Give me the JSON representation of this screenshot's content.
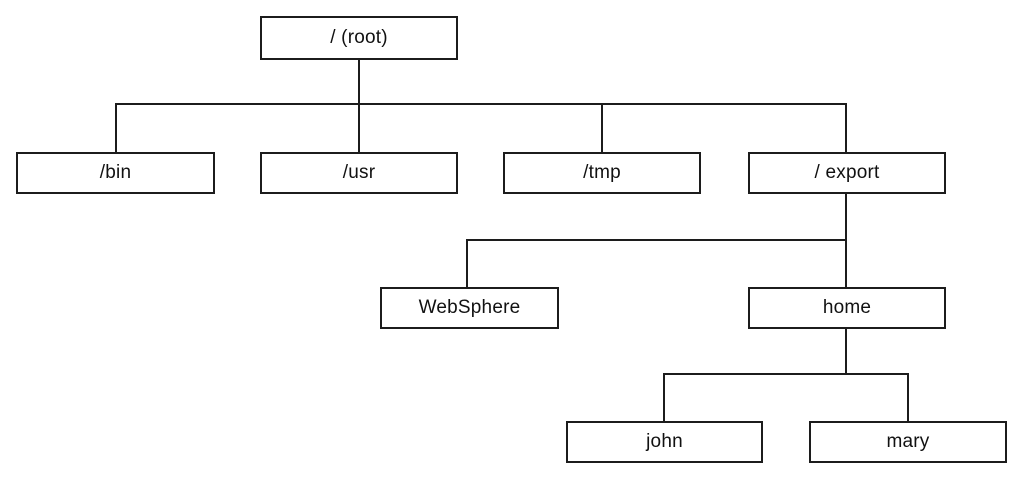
{
  "diagram": {
    "type": "tree",
    "description": "Filesystem directory hierarchy diagram",
    "colors": {
      "background": "#ffffff",
      "box_border": "#1c1c1c",
      "box_fill": "#ffffff",
      "line": "#1c1c1c",
      "text": "#111111"
    },
    "nodes": {
      "root": {
        "label": "/ (root)"
      },
      "bin": {
        "label": "/bin"
      },
      "usr": {
        "label": "/usr"
      },
      "tmp": {
        "label": "/tmp"
      },
      "export": {
        "label": "/ export"
      },
      "websphere": {
        "label": "WebSphere"
      },
      "home": {
        "label": "home"
      },
      "john": {
        "label": "john"
      },
      "mary": {
        "label": "mary"
      }
    },
    "edges": [
      {
        "from": "root",
        "to": "bin"
      },
      {
        "from": "root",
        "to": "usr"
      },
      {
        "from": "root",
        "to": "tmp"
      },
      {
        "from": "root",
        "to": "export"
      },
      {
        "from": "export",
        "to": "websphere"
      },
      {
        "from": "export",
        "to": "home"
      },
      {
        "from": "home",
        "to": "john"
      },
      {
        "from": "home",
        "to": "mary"
      }
    ]
  }
}
